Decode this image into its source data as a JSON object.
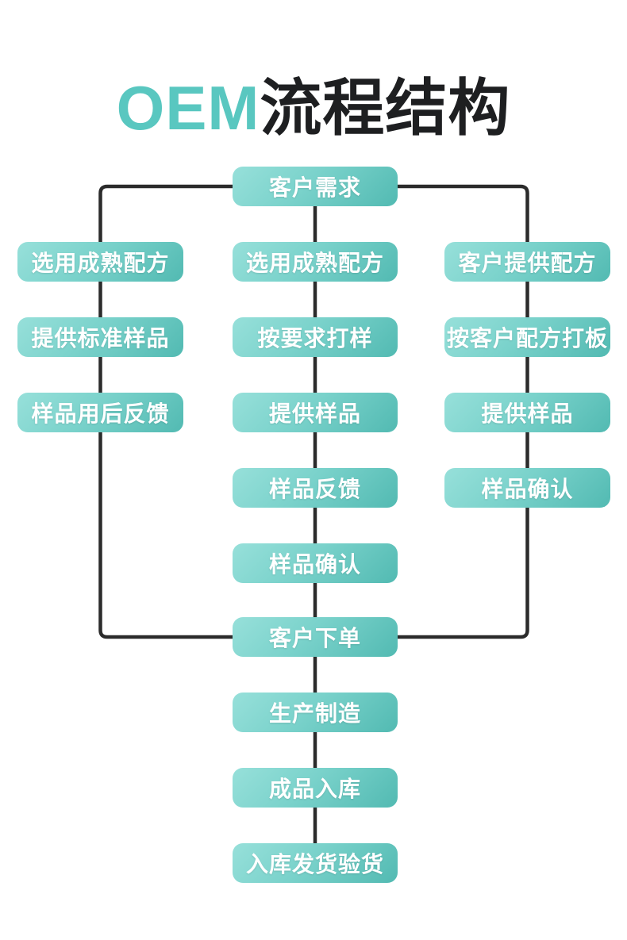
{
  "title": {
    "highlight": "OEM",
    "rest": "流程结构"
  },
  "colors": {
    "accent_teal": "#59C7C0",
    "title_dark": "#1E1F21",
    "box_gradient_light": "#97E0DA",
    "box_gradient_dark": "#52BAB2",
    "box_text": "#FFFFFF",
    "connector_line": "#2B2B2B",
    "background": "#FFFFFF"
  },
  "flowchart": {
    "top": {
      "label": "客户需求"
    },
    "columns": {
      "left": [
        "选用成熟配方",
        "提供标准样品",
        "样品用后反馈"
      ],
      "middle": [
        "选用成熟配方",
        "按要求打样",
        "提供样品",
        "样品反馈",
        "样品确认"
      ],
      "right": [
        "客户提供配方",
        "按客户配方打板",
        "提供样品",
        "样品确认"
      ]
    },
    "bottom": [
      "客户下单",
      "生产制造",
      "成品入库",
      "入库发货验货"
    ]
  }
}
